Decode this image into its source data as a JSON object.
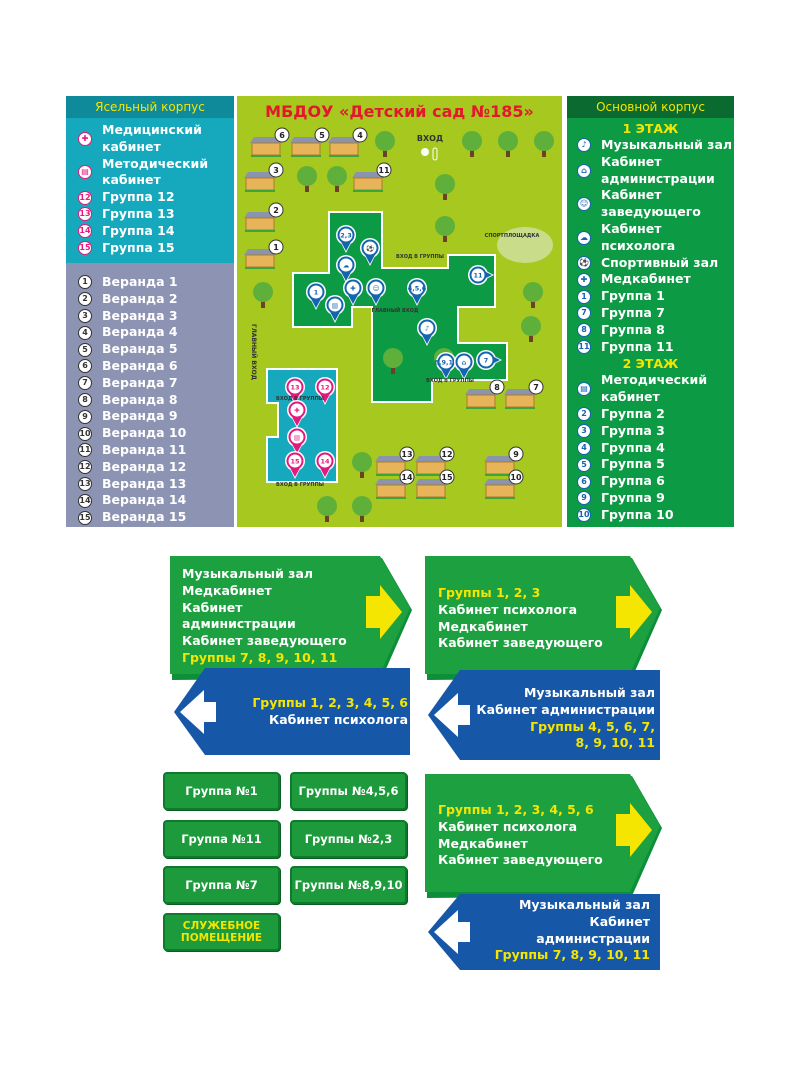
{
  "nursery": {
    "title": "Ясельный корпус",
    "items": [
      {
        "icon": "medical-icon",
        "glyph": "✚",
        "label": "Медицинский\nкабинет"
      },
      {
        "icon": "methodical-icon",
        "glyph": "▤",
        "label": "Методический\nкабинет"
      },
      {
        "icon": "group-12",
        "glyph": "12",
        "label": "Группа 12"
      },
      {
        "icon": "group-13",
        "glyph": "13",
        "label": "Группа 13"
      },
      {
        "icon": "group-14",
        "glyph": "14",
        "label": "Группа 14"
      },
      {
        "icon": "group-15",
        "glyph": "15",
        "label": "Группа 15"
      }
    ],
    "verandas": [
      "Веранда 1",
      "Веранда 2",
      "Веранда 3",
      "Веранда 4",
      "Веранда 5",
      "Веранда 6",
      "Веранда 7",
      "Веранда 8",
      "Веранда 9",
      "Веранда 10",
      "Веранда 11",
      "Веранда 12",
      "Веранда 13",
      "Веранда 14",
      "Веранда 15"
    ]
  },
  "main": {
    "title": "Основной корпус",
    "floor1": "1 ЭТАЖ",
    "floor2": "2 ЭТАЖ",
    "floor1_items": [
      {
        "icon": "music-icon",
        "glyph": "♪",
        "label": "Музыкальный зал"
      },
      {
        "icon": "admin-icon",
        "glyph": "⌂",
        "label": "Кабинет\nадминистрации"
      },
      {
        "icon": "head-icon",
        "glyph": "☺",
        "label": "Кабинет\nзаведующего"
      },
      {
        "icon": "psychologist-icon",
        "glyph": "☁",
        "label": "Кабинет\nпсихолога"
      },
      {
        "icon": "sport-icon",
        "glyph": "⚽",
        "label": "Спортивный зал"
      },
      {
        "icon": "medical-icon",
        "glyph": "✚",
        "label": "Медкабинет"
      },
      {
        "icon": "group-1",
        "glyph": "1",
        "label": "Группа 1"
      },
      {
        "icon": "group-7",
        "glyph": "7",
        "label": "Группа 7"
      },
      {
        "icon": "group-8",
        "glyph": "8",
        "label": "Группа 8"
      },
      {
        "icon": "group-11",
        "glyph": "11",
        "label": "Группа 11"
      }
    ],
    "floor2_items": [
      {
        "icon": "methodical-icon",
        "glyph": "▤",
        "label": "Методический\nкабинет"
      },
      {
        "icon": "group-2",
        "glyph": "2",
        "label": "Группа 2"
      },
      {
        "icon": "group-3",
        "glyph": "3",
        "label": "Группа 3"
      },
      {
        "icon": "group-4",
        "glyph": "4",
        "label": "Группа 4"
      },
      {
        "icon": "group-5",
        "glyph": "5",
        "label": "Группа 5"
      },
      {
        "icon": "group-6",
        "glyph": "6",
        "label": "Группа 6"
      },
      {
        "icon": "group-9",
        "glyph": "9",
        "label": "Группа 9"
      },
      {
        "icon": "group-10",
        "glyph": "10",
        "label": "Группа 10"
      }
    ]
  },
  "map": {
    "title": "МБДОУ «Детский сад №185»",
    "gazebos": [
      "6",
      "5",
      "4",
      "3",
      "11",
      "2",
      "1",
      "8",
      "7",
      "13",
      "12",
      "9",
      "14",
      "15",
      "10"
    ],
    "blue_pins": [
      "2,3",
      "⚽",
      "☁",
      "1",
      "✚",
      "☺",
      "4,5,6",
      "11",
      "▤",
      "♪",
      "8,9,10",
      "⌂",
      "7"
    ],
    "pink_pins": [
      "13",
      "12",
      "✚",
      "▤",
      "15",
      "14"
    ],
    "labels": {
      "entrance": "ВХОД",
      "group_entrance": "ВХОД В ГРУППЫ",
      "main_entrance": "ГЛАВНЫЙ ВХОД",
      "sport": "СПОРТПЛОЩАДКА"
    },
    "colors": {
      "grass": "#a6c81f",
      "main_building": "#0d9a45",
      "nursery_building": "#16a9bd",
      "pin_blue": "#1465b0",
      "pin_pink": "#e4197d"
    }
  },
  "signs": [
    {
      "green": [
        {
          "t": "Музыкальный зал\nМедкабинет\nКабинет\nадминистрации\nКабинет  заведующего"
        },
        {
          "t": "Группы 7, 8, 9, 10, 11",
          "y": true
        }
      ],
      "blue": [
        {
          "t": "Группы 1, 2, 3, 4, 5, 6",
          "y": true
        },
        {
          "t": "Кабинет психолога"
        }
      ]
    },
    {
      "green": [
        {
          "t": "Группы 1, 2, 3",
          "y": true
        },
        {
          "t": "Кабинет психолога\nМедкабинет\nКабинет  заведующего"
        }
      ],
      "blue": [
        {
          "t": "Музыкальный зал\nКабинет администрации"
        },
        {
          "t": "Группы 4, 5, 6, 7,\n8, 9, 10, 11",
          "y": true
        }
      ]
    },
    {
      "green": [
        {
          "t": "Группы 1, 2, 3, 4, 5, 6",
          "y": true
        },
        {
          "t": "Кабинет психолога\nМедкабинет\nКабинет  заведующего"
        }
      ],
      "blue": [
        {
          "t": "Музыкальный зал\nКабинет\nадминистрации"
        },
        {
          "t": "Группы 7, 8, 9, 10, 11",
          "y": true
        }
      ]
    }
  ],
  "door_signs": [
    "Группа №1",
    "Группы №4,5,6",
    "Группа №11",
    "Группы №2,3",
    "Группа №7",
    "Группы №8,9,10",
    "СЛУЖЕБНОЕ\nПОМЕЩЕНИЕ"
  ]
}
